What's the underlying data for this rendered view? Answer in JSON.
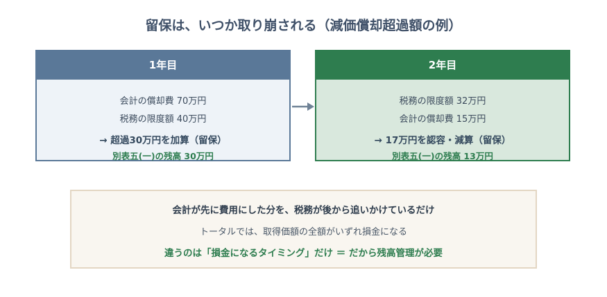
{
  "title": "留保は、いつか取り崩される（減価償却超過額の例）",
  "year1": {
    "header": "1年目",
    "line1": "会計の償却費 70万円",
    "line2": "税務の限度額 40万円",
    "action": "→ 超過30万円を加算（留保）",
    "balance": "別表五(一)の残高 30万円"
  },
  "year2": {
    "header": "2年目",
    "line1": "税務の限度額 32万円",
    "line2": "会計の償却費 15万円",
    "action": "→ 17万円を認容・減算（留保）",
    "balance": "別表五(一)の残高 13万円"
  },
  "summary": {
    "line1": "会計が先に費用にした分を、税務が後から追いかけているだけ",
    "line2": "トータルでは、取得価額の全額がいずれ損金になる",
    "line3": "違うのは「損金になるタイミング」だけ ＝ だから残高管理が必要"
  },
  "colors": {
    "year1_accent": "#5a7898",
    "year2_accent": "#2e7d4f",
    "summary_border": "#e3d6c3"
  }
}
